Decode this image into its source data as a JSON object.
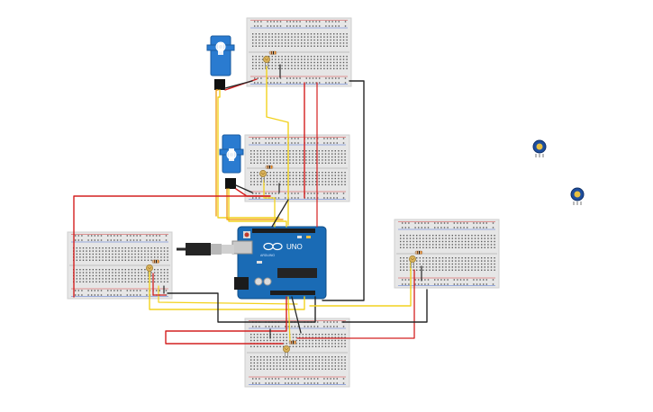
{
  "canvas": {
    "background": "#ffffff"
  },
  "colors": {
    "breadboard": "#e6e6e6",
    "breadboard_hole": "#5a5a5a",
    "rail_red": "#d43a3a",
    "rail_blue": "#4a6fd4",
    "wire_red": "#d42020",
    "wire_yellow": "#f2d21e",
    "wire_black": "#262626",
    "wire_orange": "#f0a020",
    "arduino_blue": "#1a6bb5",
    "servo_blue": "#2a7bd0",
    "potentiometer_blue": "#1e4e9e",
    "photoresistor": "#d8b25a"
  },
  "components": {
    "breadboards": [
      "breadboard-top",
      "breadboard-middle",
      "breadboard-left",
      "breadboard-right",
      "breadboard-bottom"
    ],
    "servos": [
      "servo-top",
      "servo-middle"
    ],
    "potentiometers": [
      "potentiometer-1",
      "potentiometer-2"
    ],
    "photoresistors": 5,
    "microcontroller": "arduino-uno"
  },
  "arduino": {
    "logo_text": "UNO",
    "logo_icon": "infinity-icon",
    "board_label": "ARDUINO"
  }
}
